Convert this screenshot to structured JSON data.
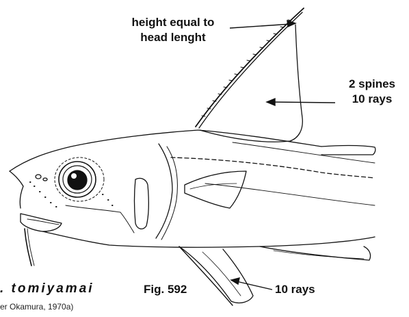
{
  "annotations": {
    "dorsal_height_line1": "height equal to",
    "dorsal_height_line2": "head lenght",
    "dorsal_count_line1": "2 spines",
    "dorsal_count_line2": "10 rays",
    "pelvic_count": "10 rays"
  },
  "caption": {
    "species": ". tomiyamai",
    "figure": "Fig. 592",
    "credit": "er Okamura, 1970a)"
  },
  "colors": {
    "ink": "#111111",
    "background": "#ffffff"
  }
}
